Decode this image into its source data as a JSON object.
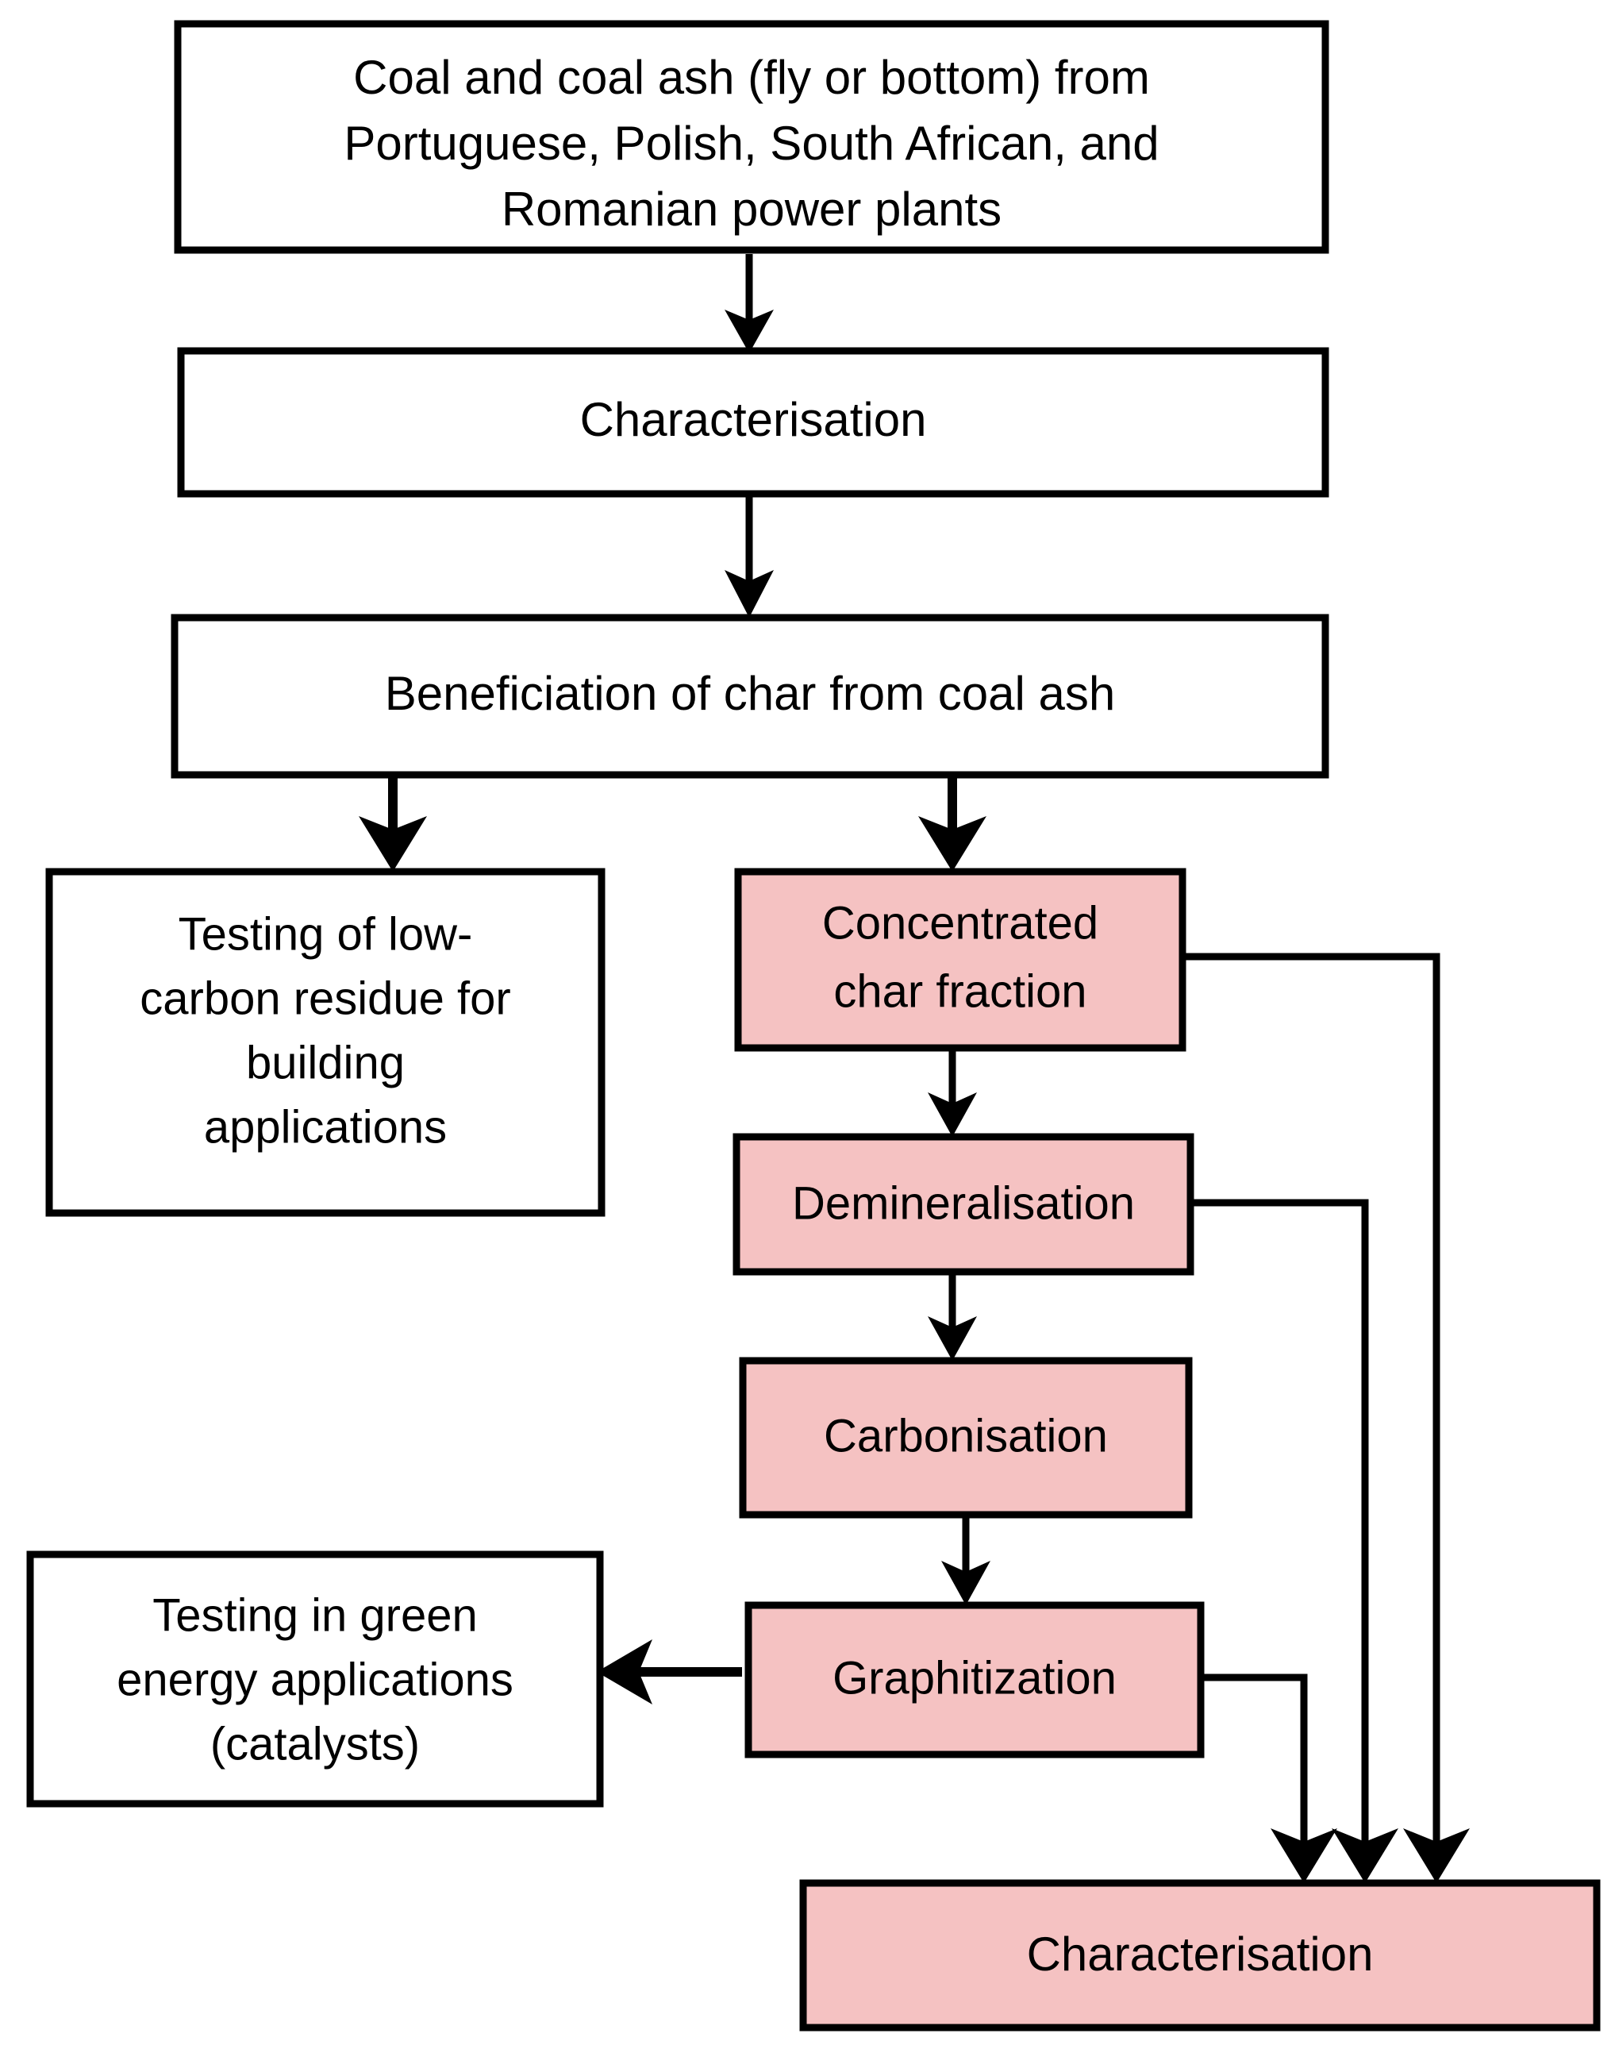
{
  "diagram": {
    "title": "Coal and coal ash valorisation process flowchart",
    "type": "flowchart",
    "colors": {
      "pink_fill": "#f5c2c2",
      "white_fill": "#ffffff",
      "stroke": "#000000"
    },
    "nodes": [
      {
        "id": "feedstock",
        "style": "white",
        "lines": [
          "Coal and coal ash (fly or bottom) from",
          "Portuguese, Polish, South African, and",
          "Romanian power plants"
        ]
      },
      {
        "id": "characterisation-top",
        "style": "white",
        "lines": [
          "Characterisation"
        ]
      },
      {
        "id": "beneficiation",
        "style": "white",
        "lines": [
          "Beneficiation of char from coal ash"
        ]
      },
      {
        "id": "low-carbon-testing",
        "style": "white",
        "lines": [
          "Testing of low-",
          "carbon residue for",
          "building",
          "applications"
        ]
      },
      {
        "id": "concentrated-char",
        "style": "pink",
        "lines": [
          "Concentrated",
          "char fraction"
        ]
      },
      {
        "id": "demineralisation",
        "style": "pink",
        "lines": [
          "Demineralisation"
        ]
      },
      {
        "id": "carbonisation",
        "style": "pink",
        "lines": [
          "Carbonisation"
        ]
      },
      {
        "id": "graphitization",
        "style": "pink",
        "lines": [
          "Graphitization"
        ]
      },
      {
        "id": "green-energy-testing",
        "style": "white",
        "lines": [
          "Testing in green",
          "energy applications",
          "(catalysts)"
        ]
      },
      {
        "id": "characterisation-bottom",
        "style": "pink",
        "lines": [
          "Characterisation"
        ]
      }
    ],
    "edges": [
      {
        "from": "feedstock",
        "to": "characterisation-top"
      },
      {
        "from": "characterisation-top",
        "to": "beneficiation"
      },
      {
        "from": "beneficiation",
        "to": "low-carbon-testing"
      },
      {
        "from": "beneficiation",
        "to": "concentrated-char"
      },
      {
        "from": "concentrated-char",
        "to": "demineralisation"
      },
      {
        "from": "demineralisation",
        "to": "carbonisation"
      },
      {
        "from": "carbonisation",
        "to": "graphitization"
      },
      {
        "from": "graphitization",
        "to": "green-energy-testing"
      },
      {
        "from": "concentrated-char",
        "to": "characterisation-bottom"
      },
      {
        "from": "demineralisation",
        "to": "characterisation-bottom"
      },
      {
        "from": "graphitization",
        "to": "characterisation-bottom"
      }
    ]
  }
}
